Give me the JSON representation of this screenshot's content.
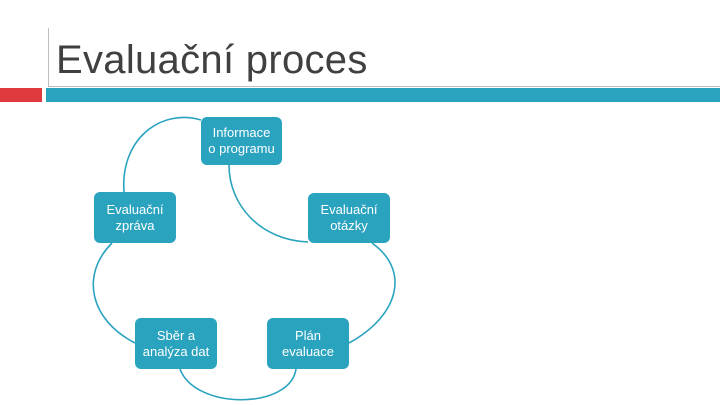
{
  "slide": {
    "title": "Evaluační proces"
  },
  "colors": {
    "accent_teal": "#2aa3bf",
    "accent_red": "#e0393e",
    "title_text": "#404040"
  },
  "cycle": {
    "nodes": [
      {
        "line1": "Informace",
        "line2": "o programu"
      },
      {
        "line1": "Evaluační",
        "line2": "otázky"
      },
      {
        "line1": "Plán",
        "line2": "evaluace"
      },
      {
        "line1": "Sběr a",
        "line2": "analýza dat"
      },
      {
        "line1": "Evaluační",
        "line2": "zpráva"
      }
    ]
  }
}
